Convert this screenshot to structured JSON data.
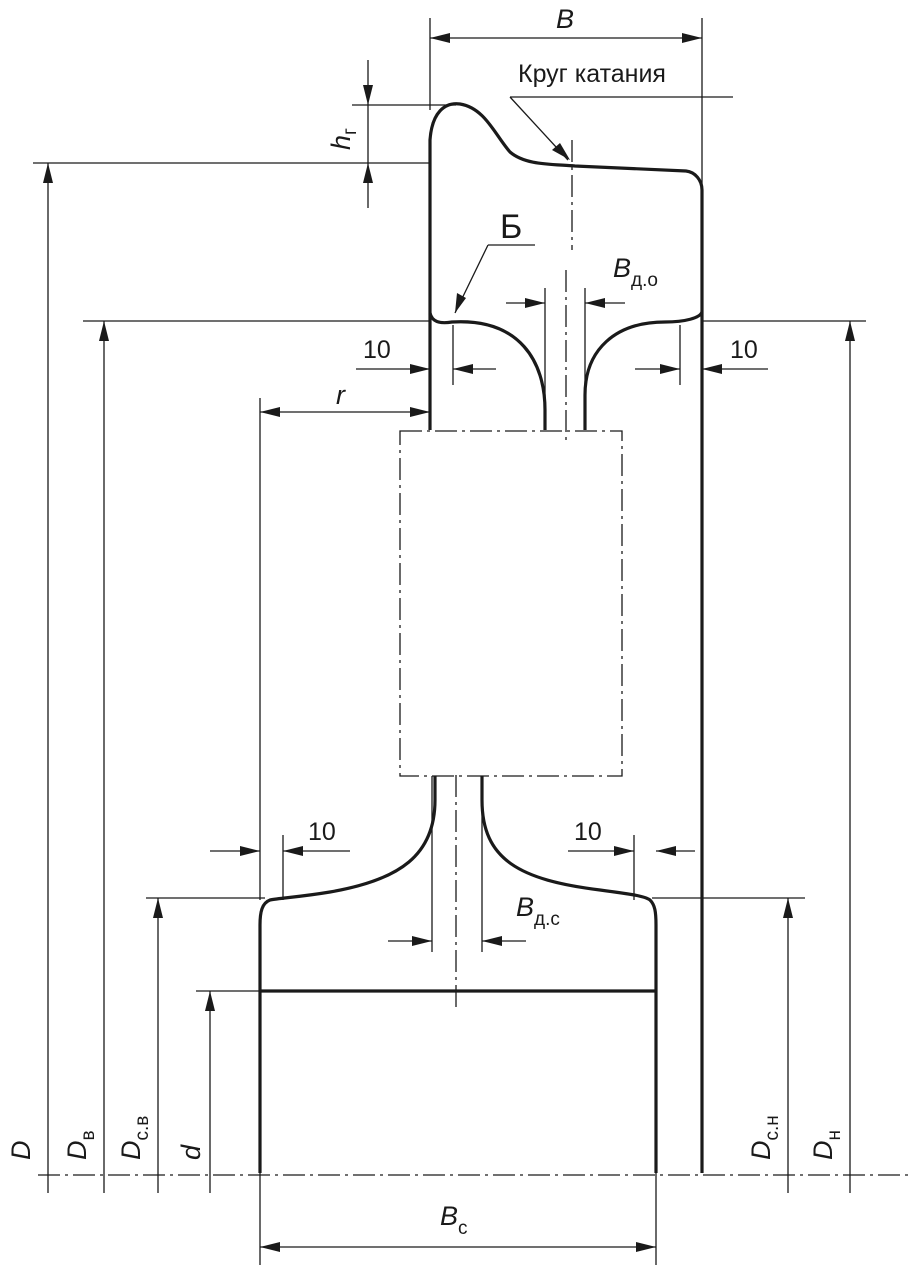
{
  "labels": {
    "B": "B",
    "rolling_circle": "Круг катания",
    "h_sym": "h",
    "h_sub": "г",
    "section_B": "Б",
    "Bdo_sym": "B",
    "Bdo_sub": "д.о",
    "r": "r",
    "dim10": "10",
    "Bdc_sym": "B",
    "Bdc_sub": "д.с",
    "Bc_sym": "B",
    "Bc_sub": "с",
    "D": "D",
    "Dv_sym": "D",
    "Dv_sub": "в",
    "Dcv_sym": "D",
    "Dcv_sub": "с.в",
    "d": "d",
    "Dcn_sym": "D",
    "Dcn_sub": "с.н",
    "Dn_sym": "D",
    "Dn_sub": "н"
  }
}
